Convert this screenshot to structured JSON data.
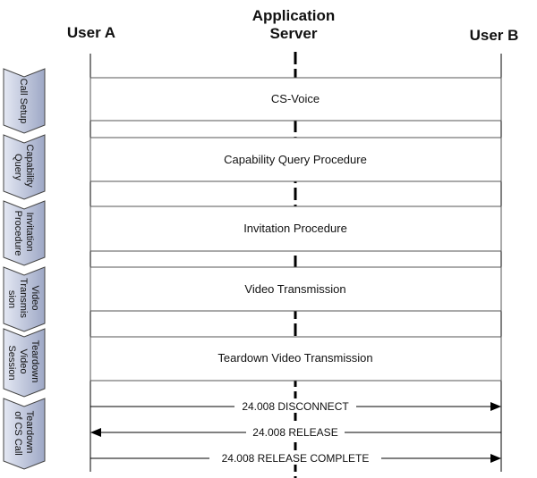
{
  "participants": {
    "user_a": "User A",
    "server_line1": "Application",
    "server_line2": "Server",
    "user_b": "User B"
  },
  "phases": [
    {
      "lines": [
        "Call Setup"
      ]
    },
    {
      "lines": [
        "Capability",
        "Query"
      ]
    },
    {
      "lines": [
        "Invitation",
        "Procedure"
      ]
    },
    {
      "lines": [
        "Video",
        "Transmis",
        "sion"
      ]
    },
    {
      "lines": [
        "Teardown",
        "Video",
        "Session"
      ]
    },
    {
      "lines": [
        "Teardown",
        "of CS Call"
      ]
    }
  ],
  "procedures": [
    "CS-Voice",
    "Capability Query Procedure",
    "Invitation Procedure",
    "Video Transmission",
    "Teardown Video Transmission"
  ],
  "messages": [
    {
      "label": "24.008 DISCONNECT",
      "direction": "A-to-B"
    },
    {
      "label": "24.008 RELEASE",
      "direction": "B-to-A"
    },
    {
      "label": "24.008 RELEASE COMPLETE",
      "direction": "A-to-B"
    }
  ],
  "colors": {
    "phase_fill_light": "#e4e8f3",
    "phase_fill_dark": "#9ea8c6",
    "line": "#000000",
    "box_border": "#555555"
  }
}
